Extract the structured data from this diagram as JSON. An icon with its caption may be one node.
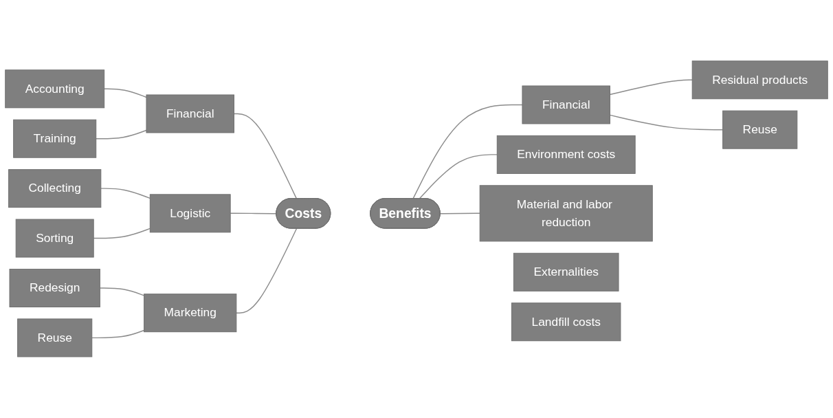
{
  "diagram": {
    "nodes": [
      {
        "text": [
          "Accounting"
        ]
      },
      {
        "text": [
          "Training"
        ]
      },
      {
        "text": [
          "Financial"
        ]
      },
      {
        "text": [
          "Collecting"
        ]
      },
      {
        "text": [
          "Sorting"
        ]
      },
      {
        "text": [
          "Logistic"
        ]
      },
      {
        "text": [
          "Redesign"
        ]
      },
      {
        "text": [
          "Reuse"
        ]
      },
      {
        "text": [
          "Marketing"
        ]
      },
      {
        "text": [
          "Costs"
        ]
      },
      {
        "text": [
          "Benefits"
        ]
      },
      {
        "text": [
          "Financial"
        ]
      },
      {
        "text": [
          "Residual products"
        ]
      },
      {
        "text": [
          "Reuse"
        ]
      },
      {
        "text": [
          "Environment costs"
        ]
      },
      {
        "text": [
          "Material and labor reduction"
        ]
      },
      {
        "text": [
          "Externalities"
        ]
      },
      {
        "text": [
          "Landfill costs"
        ]
      }
    ],
    "edges": [
      {
        "from": 0,
        "to": 2,
        "arrow": "none"
      },
      {
        "from": 1,
        "to": 2,
        "arrow": "none"
      },
      {
        "from": 3,
        "to": 5,
        "arrow": "none"
      },
      {
        "from": 4,
        "to": 5,
        "arrow": "none"
      },
      {
        "from": 6,
        "to": 8,
        "arrow": "none"
      },
      {
        "from": 7,
        "to": 8,
        "arrow": "none"
      },
      {
        "from": 2,
        "to": 9,
        "arrow": "none"
      },
      {
        "from": 5,
        "to": 9,
        "arrow": "none"
      },
      {
        "from": 8,
        "to": 9,
        "arrow": "none"
      },
      {
        "from": 10,
        "to": 11,
        "arrow": "none"
      },
      {
        "from": 10,
        "to": 14,
        "arrow": "none"
      },
      {
        "from": 10,
        "to": 15,
        "arrow": "none"
      },
      {
        "from": 11,
        "to": 12,
        "arrow": "none"
      },
      {
        "from": 11,
        "to": 13,
        "arrow": "none"
      }
    ]
  }
}
